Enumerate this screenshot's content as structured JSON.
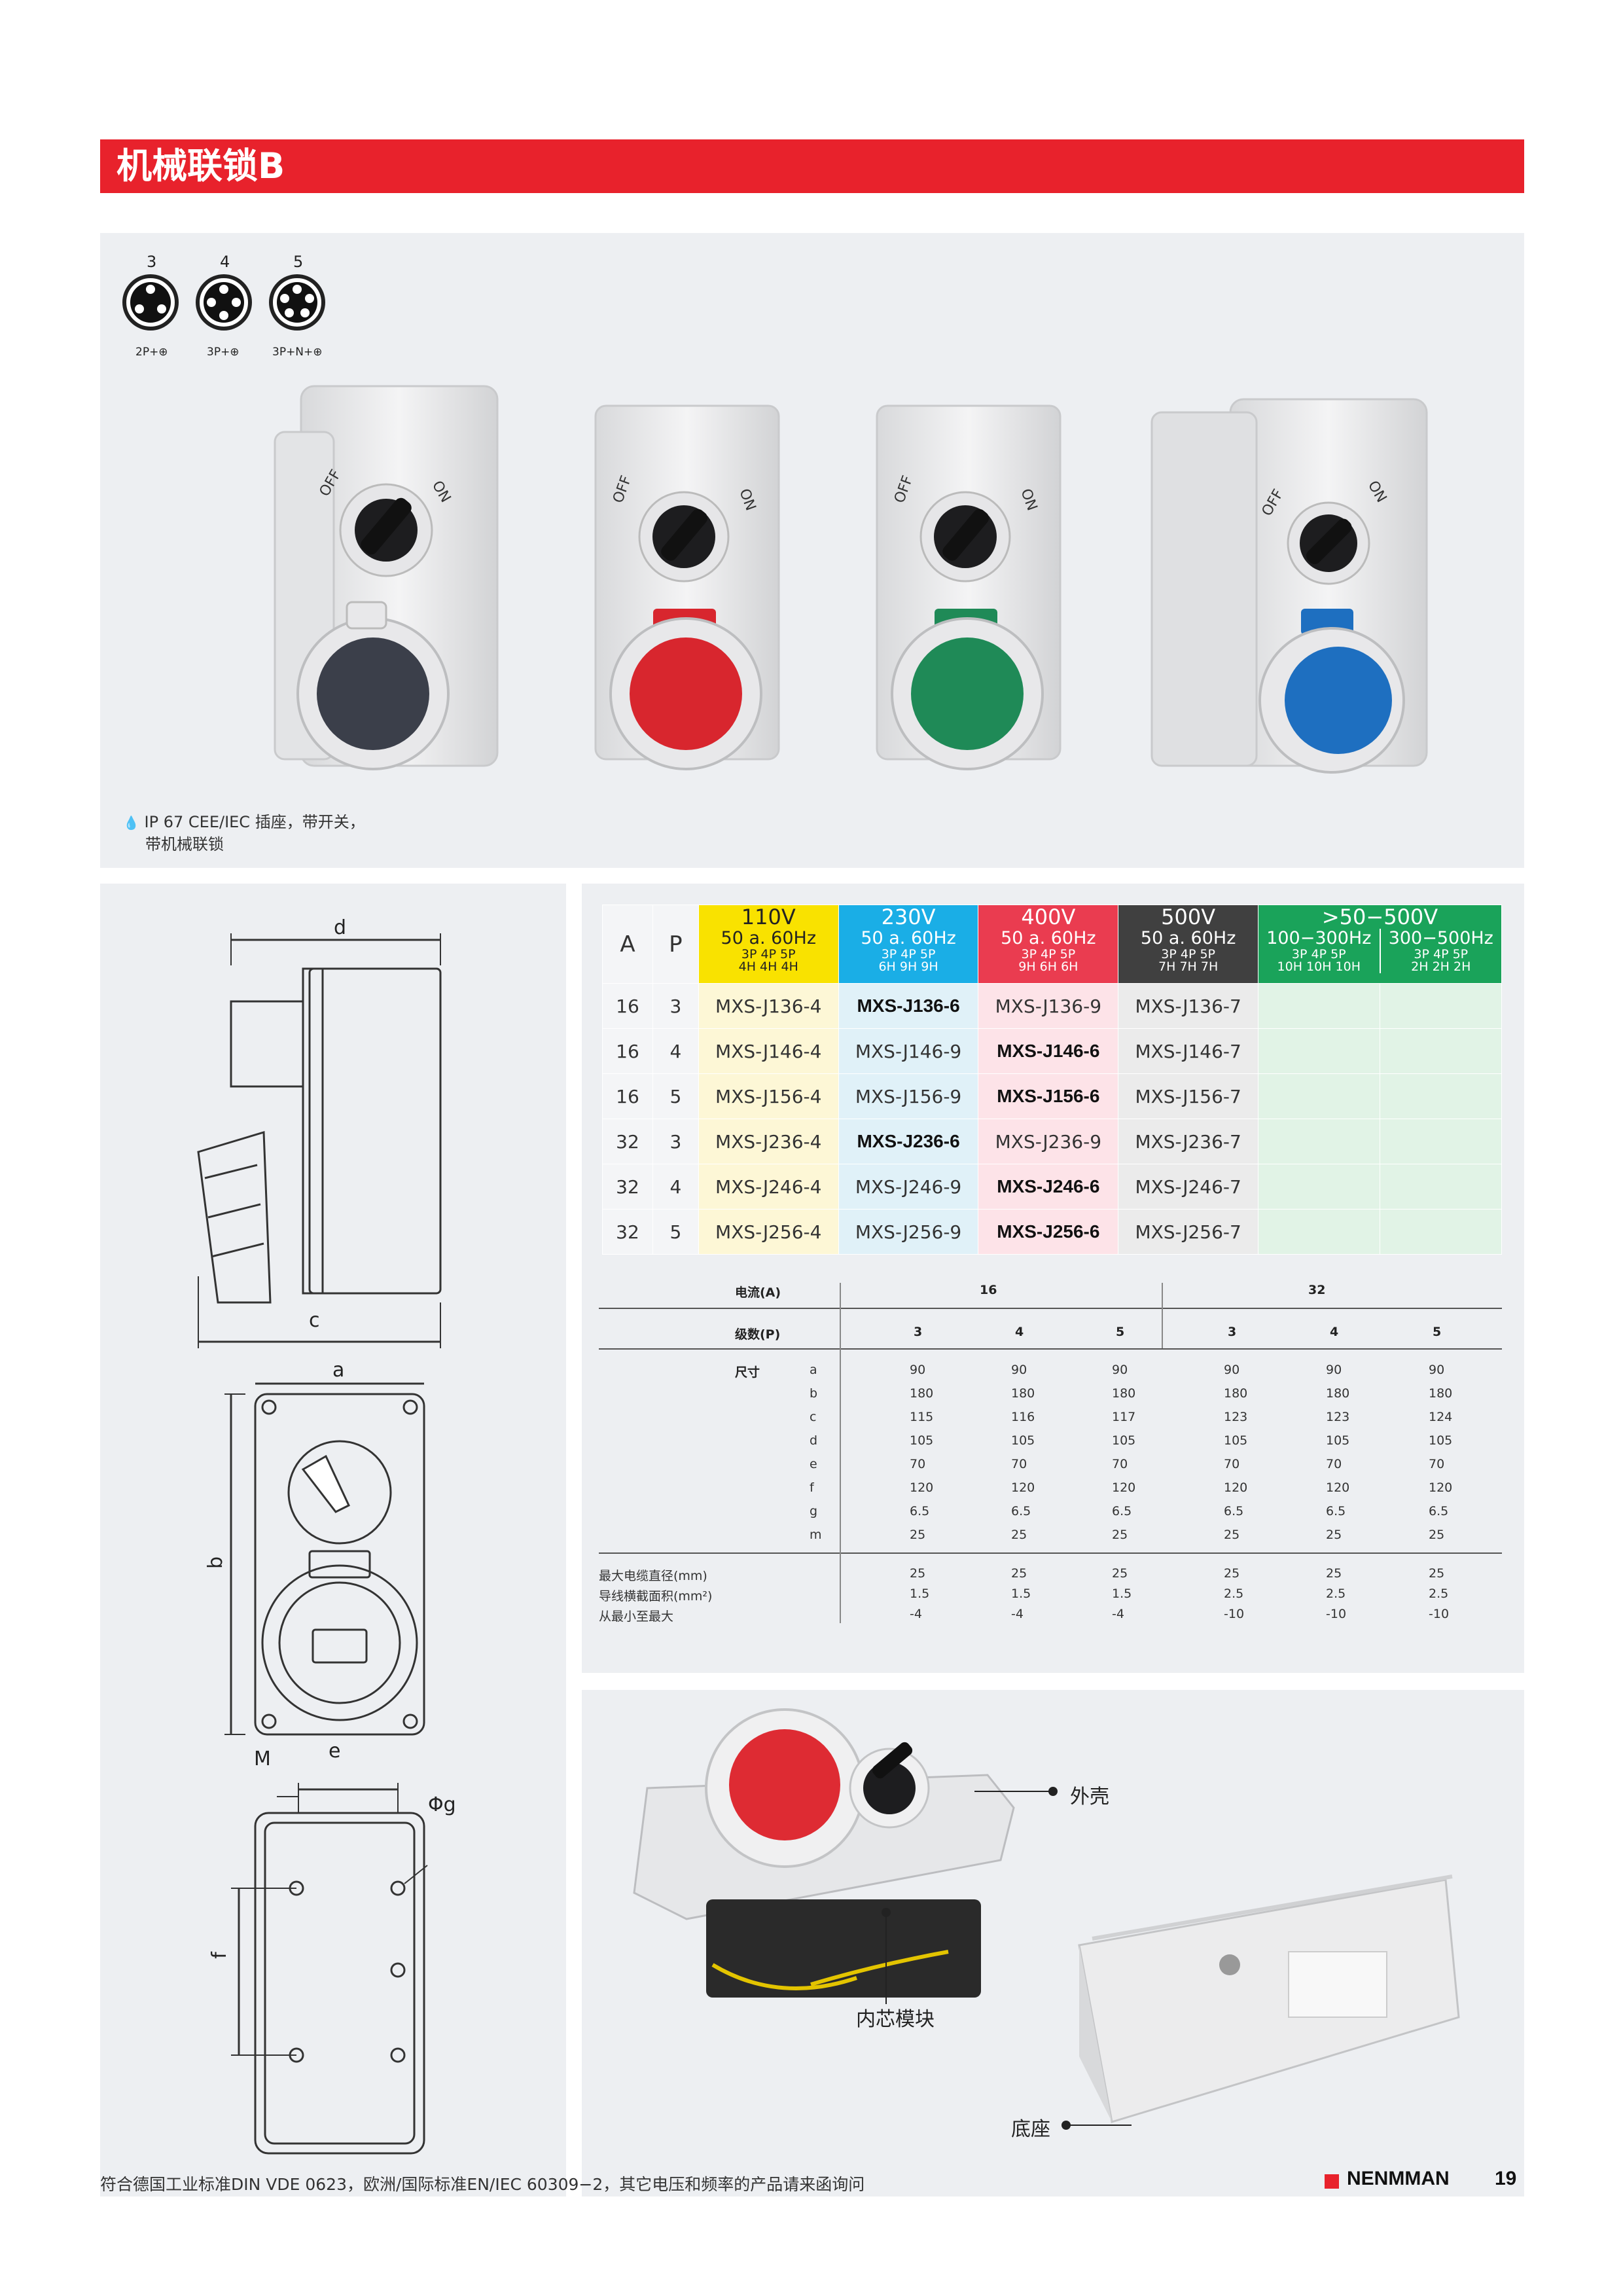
{
  "header": {
    "title": "机械联锁B"
  },
  "pin_config": {
    "numbers": [
      "3",
      "4",
      "5"
    ],
    "labels": [
      "2P+⊕",
      "3P+⊕",
      "3P+N+⊕"
    ]
  },
  "products_photo": {
    "note_line1": "IP 67 CEE/IEC  插座，带开关，",
    "note_line2": "带机械联锁",
    "switch_off": "OFF",
    "switch_on": "ON",
    "colors": [
      "#3b3f4a",
      "#d8262e",
      "#1f8a57",
      "#1e6fc0"
    ]
  },
  "products_table": {
    "col_a": "A",
    "col_p": "P",
    "voltage_groups": [
      {
        "volt": "110V",
        "hz": "50 a. 60Hz",
        "poles": "3P  4P  5P",
        "hours": "4H  4H  4H",
        "color": "#f9e200"
      },
      {
        "volt": "230V",
        "hz": "50 a. 60Hz",
        "poles": "3P  4P  5P",
        "hours": "6H  9H  9H",
        "color": "#1aaee6"
      },
      {
        "volt": "400V",
        "hz": "50 a. 60Hz",
        "poles": "3P  4P  5P",
        "hours": "9H  6H  6H",
        "color": "#ea3c50"
      },
      {
        "volt": "500V",
        "hz": "50 a. 60Hz",
        "poles": "3P  4P  5P",
        "hours": "7H  7H  7H",
        "color": "#404040"
      }
    ],
    "high_group": {
      "volt": ">50−500V",
      "color": "#1aa35a",
      "sub": [
        {
          "hz": "100−300Hz",
          "poles": "3P  4P  5P",
          "hours": "10H 10H 10H"
        },
        {
          "hz": "300−500Hz",
          "poles": "3P  4P  5P",
          "hours": "2H  2H  2H"
        }
      ]
    },
    "rows": [
      {
        "a": "16",
        "p": "3",
        "v110": "MXS-J136-4",
        "v230": "MXS-J136-6",
        "v400": "MXS-J136-9",
        "v500": "MXS-J136-7",
        "bold": "v230"
      },
      {
        "a": "16",
        "p": "4",
        "v110": "MXS-J146-4",
        "v230": "MXS-J146-9",
        "v400": "MXS-J146-6",
        "v500": "MXS-J146-7",
        "bold": "v400"
      },
      {
        "a": "16",
        "p": "5",
        "v110": "MXS-J156-4",
        "v230": "MXS-J156-9",
        "v400": "MXS-J156-6",
        "v500": "MXS-J156-7",
        "bold": "v400"
      },
      {
        "a": "32",
        "p": "3",
        "v110": "MXS-J236-4",
        "v230": "MXS-J236-6",
        "v400": "MXS-J236-9",
        "v500": "MXS-J236-7",
        "bold": "v230"
      },
      {
        "a": "32",
        "p": "4",
        "v110": "MXS-J246-4",
        "v230": "MXS-J246-9",
        "v400": "MXS-J246-6",
        "v500": "MXS-J246-7",
        "bold": "v400"
      },
      {
        "a": "32",
        "p": "5",
        "v110": "MXS-J256-4",
        "v230": "MXS-J256-9",
        "v400": "MXS-J256-6",
        "v500": "MXS-J256-7",
        "bold": "v400"
      }
    ]
  },
  "dimension_table": {
    "current_label": "电流(A)",
    "current_values": [
      "16",
      "32"
    ],
    "poles_label": "级数(P)",
    "poles": [
      "3",
      "4",
      "5",
      "3",
      "4",
      "5"
    ],
    "size_label": "尺寸",
    "dims": [
      {
        "key": "a",
        "values": [
          "90",
          "90",
          "90",
          "90",
          "90",
          "90"
        ]
      },
      {
        "key": "b",
        "values": [
          "180",
          "180",
          "180",
          "180",
          "180",
          "180"
        ]
      },
      {
        "key": "c",
        "values": [
          "115",
          "116",
          "117",
          "123",
          "123",
          "124"
        ]
      },
      {
        "key": "d",
        "values": [
          "105",
          "105",
          "105",
          "105",
          "105",
          "105"
        ]
      },
      {
        "key": "e",
        "values": [
          "70",
          "70",
          "70",
          "70",
          "70",
          "70"
        ]
      },
      {
        "key": "f",
        "values": [
          "120",
          "120",
          "120",
          "120",
          "120",
          "120"
        ]
      },
      {
        "key": "g",
        "values": [
          "6.5",
          "6.5",
          "6.5",
          "6.5",
          "6.5",
          "6.5"
        ]
      },
      {
        "key": "m",
        "values": [
          "25",
          "25",
          "25",
          "25",
          "25",
          "25"
        ]
      }
    ],
    "extra": [
      {
        "label": "最大电缆直径(mm)",
        "values": [
          "25",
          "25",
          "25",
          "25",
          "25",
          "25"
        ]
      },
      {
        "label": "导线横截面积(mm²)",
        "values": [
          "1.5",
          "1.5",
          "1.5",
          "2.5",
          "2.5",
          "2.5"
        ]
      },
      {
        "label": "从最小至最大",
        "values": [
          "-4",
          "-4",
          "-4",
          "-10",
          "-10",
          "-10"
        ]
      }
    ]
  },
  "drawing_labels": {
    "d": "d",
    "c": "c",
    "a": "a",
    "b": "b",
    "e": "e",
    "m": "M",
    "g": "Φg",
    "f": "f"
  },
  "parts": {
    "shell": "外壳",
    "core": "内芯模块",
    "base": "底座"
  },
  "footer": {
    "note": "符合德国工业标准DIN VDE 0623，欧洲/国际标准EN/IEC 60309−2，其它电压和频率的产品请来函询问",
    "brand": "NENMMAN",
    "page": "19"
  }
}
